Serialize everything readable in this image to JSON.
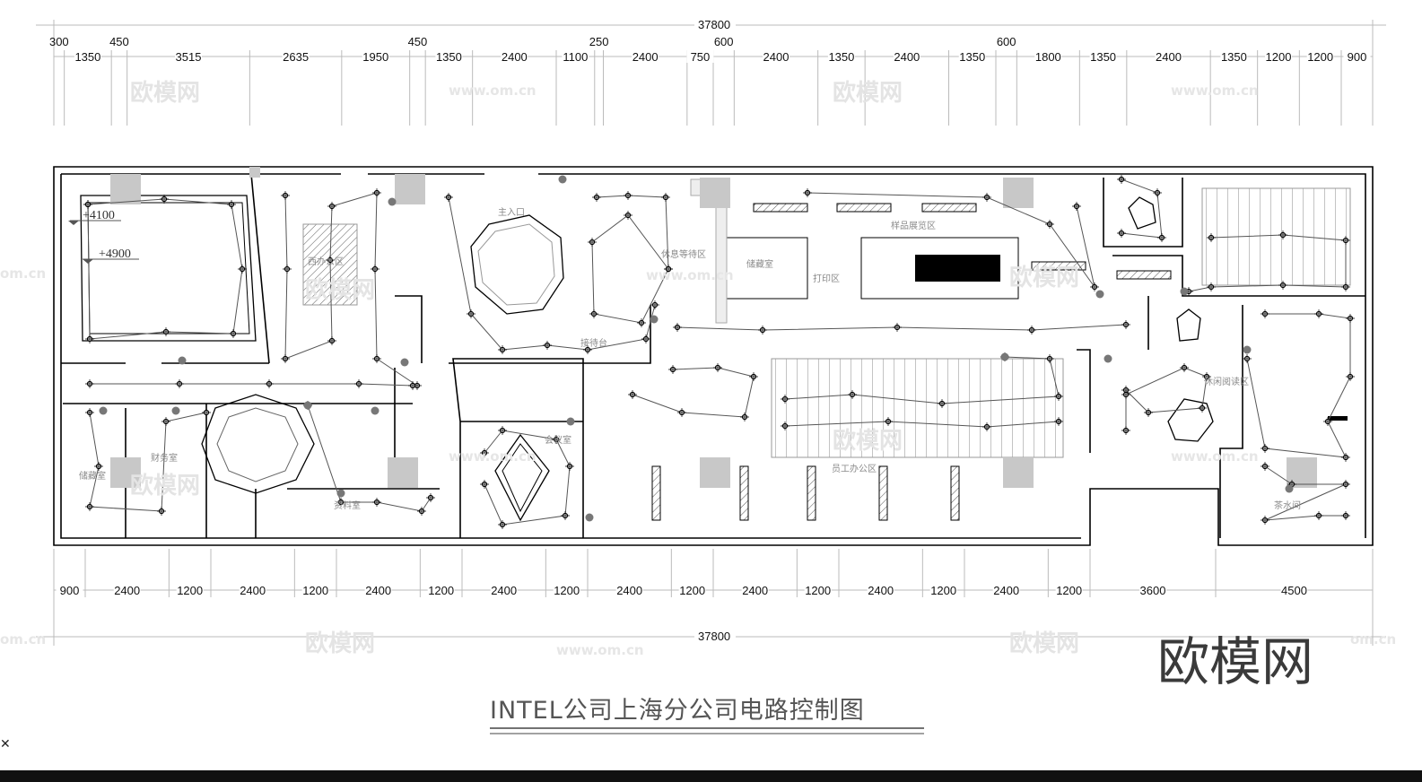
{
  "drawing": {
    "title": "INTEL公司上海分公司电路控制图",
    "total_dimension": "37800",
    "top_dimensions": [
      "300",
      "1350",
      "450",
      "3515",
      "2635",
      "1950",
      "450",
      "1350",
      "2400",
      "1100",
      "250",
      "2400",
      "750",
      "600",
      "2400",
      "1350",
      "2400",
      "1350",
      "600",
      "1800",
      "1350",
      "2400",
      "1350",
      "1200",
      "1200",
      "900"
    ],
    "bottom_dimensions": [
      "900",
      "2400",
      "1200",
      "2400",
      "1200",
      "2400",
      "1200",
      "2400",
      "1200",
      "2400",
      "1200",
      "2400",
      "1200",
      "2400",
      "1200",
      "2400",
      "1200",
      "3600",
      "4500"
    ],
    "elevations": [
      "+4100",
      "+4900"
    ],
    "rooms": {
      "main_entrance": "主入口",
      "rest_waiting": "休息等待区",
      "storage_top": "储藏室",
      "print_area": "打印区",
      "sample_exhibit": "样品展览区",
      "reception": "接待台",
      "meeting_room": "会议室",
      "finance_room": "财务室",
      "storage_left": "储藏室",
      "archive_room": "资料室",
      "staff_office": "员工办公区",
      "leisure_reading": "休闲阅读区",
      "tea_room": "茶水间",
      "office_west": "西办公区"
    }
  },
  "watermarks": {
    "brand": "欧模网",
    "url": "www.om.cn",
    "url_short": "om.cn"
  },
  "colors": {
    "wall": "#000000",
    "wire": "#555555",
    "dimension": "#bbbbbb",
    "column": "#c8c8c8"
  }
}
